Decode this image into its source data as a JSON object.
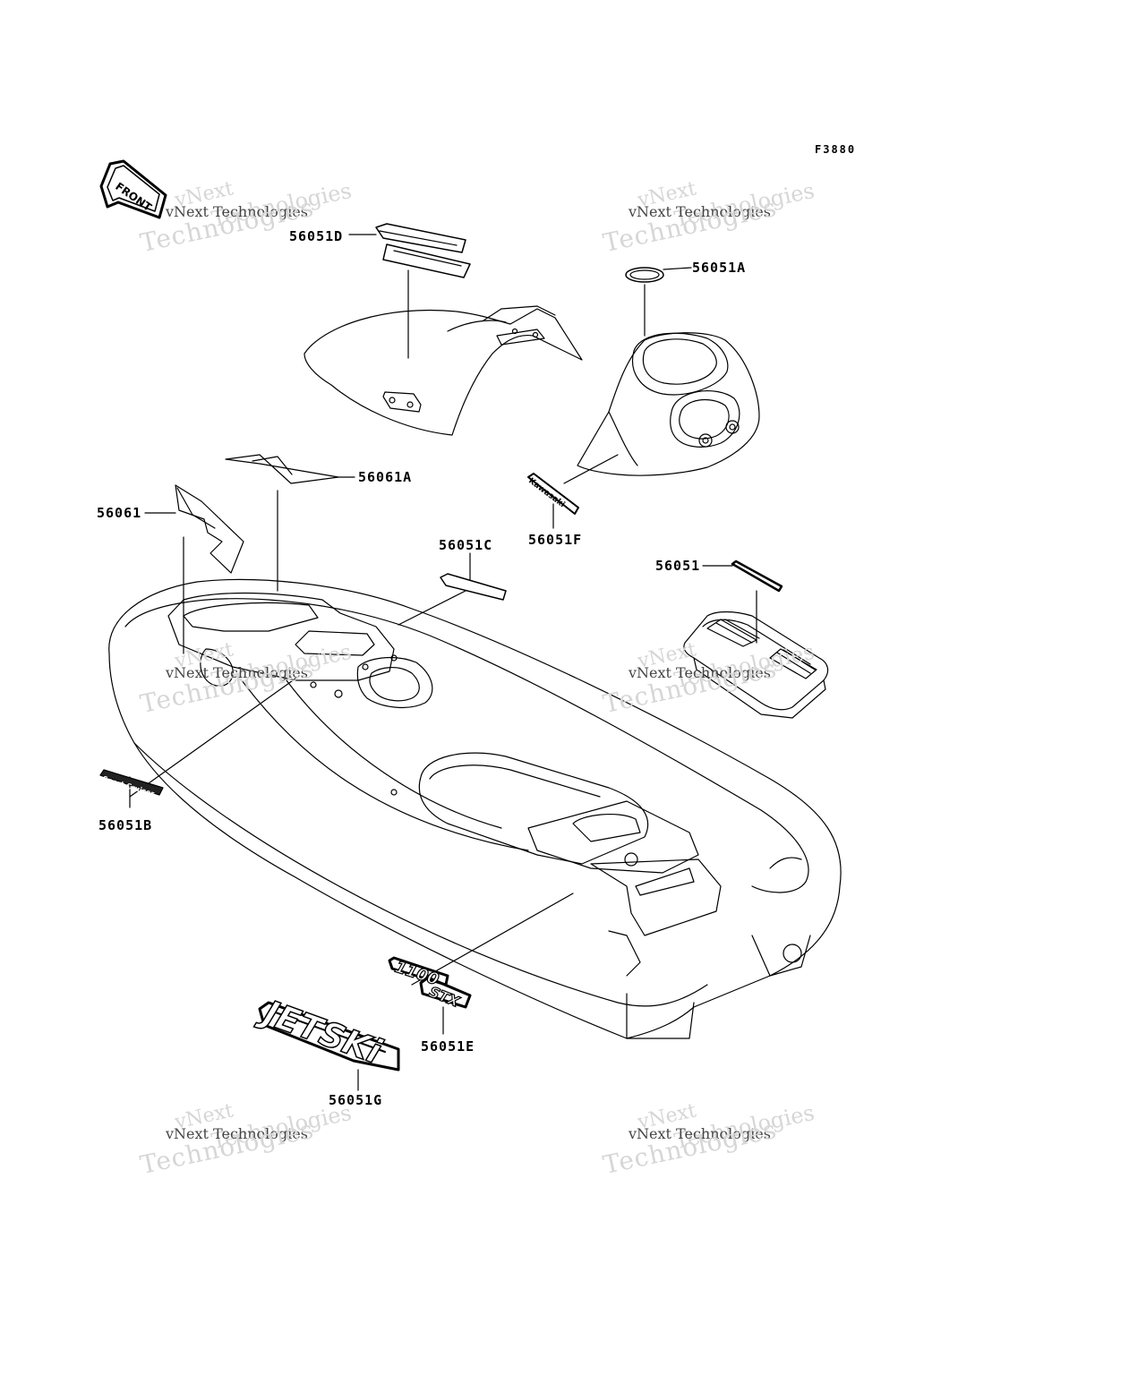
{
  "figure_code": "F3880",
  "front_arrow_label": "FRONT",
  "watermark": {
    "line": "vNext Technologies",
    "word1": "vNext",
    "word2": "Technologies"
  },
  "decals": {
    "jetski_logo": "JETSKi",
    "model_logo_top": "1100",
    "model_logo_bottom": "STX",
    "brand": "Kawasaki",
    "sport_cruiser": "Sport Cruiser"
  },
  "parts": [
    {
      "id": "56051D",
      "label": "56051D"
    },
    {
      "id": "56051A",
      "label": "56051A"
    },
    {
      "id": "56061A",
      "label": "56061A"
    },
    {
      "id": "56061",
      "label": "56061"
    },
    {
      "id": "56051F",
      "label": "56051F"
    },
    {
      "id": "56051C",
      "label": "56051C"
    },
    {
      "id": "56051",
      "label": "56051"
    },
    {
      "id": "56051B",
      "label": "56051B"
    },
    {
      "id": "56051E",
      "label": "56051E"
    },
    {
      "id": "56051G",
      "label": "56051G"
    }
  ]
}
